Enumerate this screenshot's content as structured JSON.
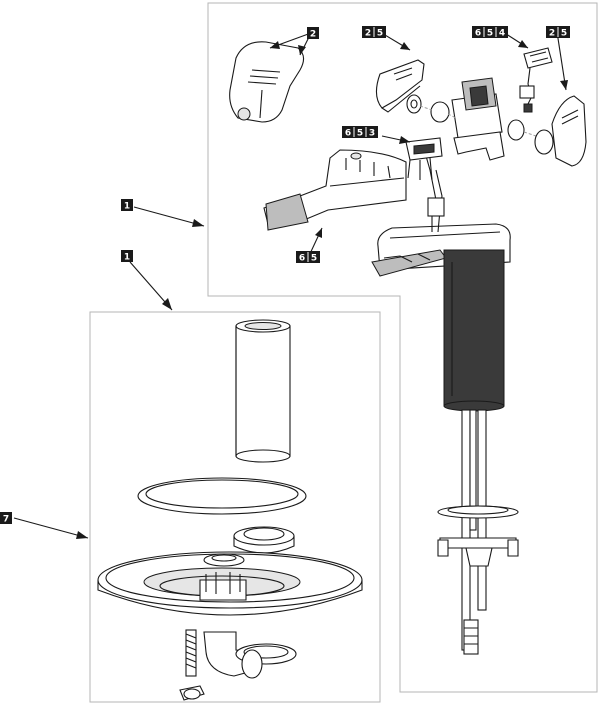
{
  "callouts": [
    {
      "id": "c-2-top",
      "cells": [
        "2"
      ]
    },
    {
      "id": "c-25-a",
      "cells": [
        "2",
        "5"
      ]
    },
    {
      "id": "c-654",
      "cells": [
        "6",
        "5",
        "4"
      ]
    },
    {
      "id": "c-25-b",
      "cells": [
        "2",
        "5"
      ]
    },
    {
      "id": "c-653",
      "cells": [
        "6",
        "5",
        "3"
      ]
    },
    {
      "id": "c-1-upper",
      "cells": [
        "1"
      ]
    },
    {
      "id": "c-65",
      "cells": [
        "6",
        "5"
      ]
    },
    {
      "id": "c-1-lower",
      "cells": [
        "1"
      ]
    },
    {
      "id": "c-7",
      "cells": [
        "7"
      ]
    }
  ],
  "colors": {
    "callout_bg": "#1a1a1a",
    "line": "#1a1a1a",
    "frame": "#b5b5b5"
  }
}
